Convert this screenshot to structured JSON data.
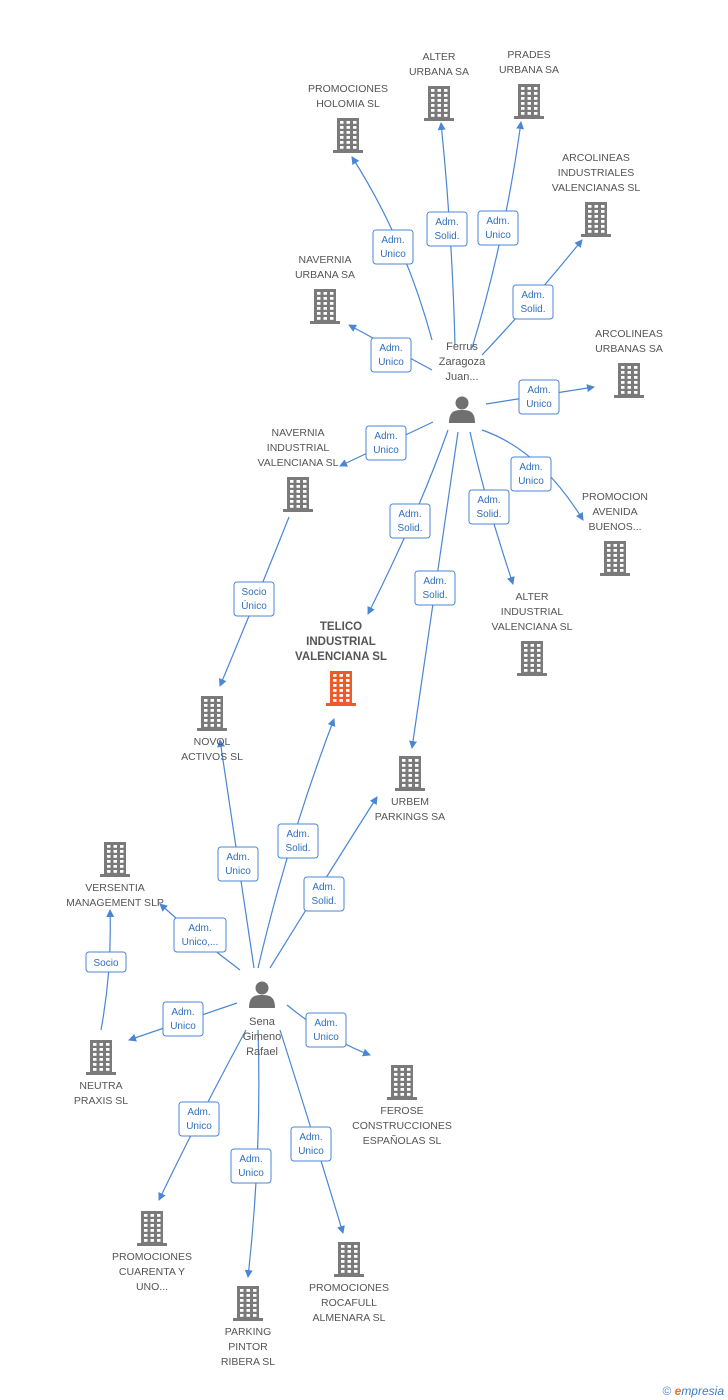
{
  "colors": {
    "edge": "#4a86d4",
    "building": "#7a7a7a",
    "building_main": "#ef5a2a",
    "person": "#707070"
  },
  "persons": [
    {
      "id": "ferrus",
      "lines": [
        "Ferrus",
        "Zaragoza",
        "Juan..."
      ]
    },
    {
      "id": "sena",
      "lines": [
        "Sena",
        "Gimeno",
        "Rafael"
      ]
    }
  ],
  "companies": [
    {
      "id": "telico",
      "lines": [
        "TELICO",
        "INDUSTRIAL",
        "VALENCIANA SL"
      ],
      "main": true
    },
    {
      "id": "alter_urbana",
      "lines": [
        "ALTER",
        "URBANA SA"
      ]
    },
    {
      "id": "prades",
      "lines": [
        "PRADES",
        "URBANA SA"
      ]
    },
    {
      "id": "holomia",
      "lines": [
        "PROMOCIONES",
        "HOLOMIA SL"
      ]
    },
    {
      "id": "arcolineas_ind",
      "lines": [
        "ARCOLINEAS",
        "INDUSTRIALES",
        "VALENCIANAS SL"
      ]
    },
    {
      "id": "navernia_urbana",
      "lines": [
        "NAVERNIA",
        "URBANA SA"
      ]
    },
    {
      "id": "arcolineas_urb",
      "lines": [
        "ARCOLINEAS",
        "URBANAS SA"
      ]
    },
    {
      "id": "navernia_ind",
      "lines": [
        "NAVERNIA",
        "INDUSTRIAL",
        "VALENCIANA SL"
      ]
    },
    {
      "id": "promocion_avenida",
      "lines": [
        "PROMOCION",
        "AVENIDA",
        "BUENOS..."
      ]
    },
    {
      "id": "alter_ind",
      "lines": [
        "ALTER",
        "INDUSTRIAL",
        "VALENCIANA SL"
      ]
    },
    {
      "id": "novol",
      "lines": [
        "NOVOL",
        "ACTIVOS SL"
      ]
    },
    {
      "id": "urbem",
      "lines": [
        "URBEM",
        "PARKINGS SA"
      ]
    },
    {
      "id": "versentia",
      "lines": [
        "VERSENTIA",
        "MANAGEMENT SLP"
      ]
    },
    {
      "id": "neutra",
      "lines": [
        "NEUTRA",
        "PRAXIS  SL"
      ]
    },
    {
      "id": "ferose",
      "lines": [
        "FEROSE",
        "CONSTRUCCIONES",
        "ESPAÑOLAS SL"
      ]
    },
    {
      "id": "cuarenta",
      "lines": [
        "PROMOCIONES",
        "CUARENTA Y",
        "UNO..."
      ]
    },
    {
      "id": "parking_pintor",
      "lines": [
        "PARKING",
        "PINTOR",
        "RIBERA SL"
      ]
    },
    {
      "id": "rocafull",
      "lines": [
        "PROMOCIONES",
        "ROCAFULL",
        "ALMENARA SL"
      ]
    }
  ],
  "edges": [
    {
      "from": "ferrus",
      "to": "holomia",
      "label": [
        "Adm.",
        "Unico"
      ]
    },
    {
      "from": "ferrus",
      "to": "alter_urbana",
      "label": [
        "Adm.",
        "Solid."
      ]
    },
    {
      "from": "ferrus",
      "to": "prades",
      "label": [
        "Adm.",
        "Unico"
      ]
    },
    {
      "from": "ferrus",
      "to": "arcolineas_ind",
      "label": [
        "Adm.",
        "Solid."
      ]
    },
    {
      "from": "ferrus",
      "to": "navernia_urbana",
      "label": [
        "Adm.",
        "Unico"
      ]
    },
    {
      "from": "ferrus",
      "to": "arcolineas_urb",
      "label": [
        "Adm.",
        "Unico"
      ]
    },
    {
      "from": "ferrus",
      "to": "navernia_ind",
      "label": [
        "Adm.",
        "Unico"
      ]
    },
    {
      "from": "ferrus",
      "to": "promocion_avenida",
      "label": [
        "Adm.",
        "Unico"
      ]
    },
    {
      "from": "ferrus",
      "to": "alter_ind",
      "label": [
        "Adm.",
        "Solid."
      ]
    },
    {
      "from": "ferrus",
      "to": "telico",
      "label": [
        "Adm.",
        "Solid."
      ]
    },
    {
      "from": "ferrus",
      "to": "urbem",
      "label": [
        "Adm.",
        "Solid."
      ]
    },
    {
      "from": "navernia_ind",
      "to": "novol",
      "label": [
        "Socio",
        "Único"
      ]
    },
    {
      "from": "sena",
      "to": "novol",
      "label": [
        "Adm.",
        "Unico"
      ]
    },
    {
      "from": "sena",
      "to": "telico",
      "label": [
        "Adm.",
        "Solid."
      ]
    },
    {
      "from": "sena",
      "to": "urbem",
      "label": [
        "Adm.",
        "Solid."
      ]
    },
    {
      "from": "sena",
      "to": "versentia",
      "label": [
        "Adm.",
        "Unico,..."
      ]
    },
    {
      "from": "neutra",
      "to": "versentia",
      "label": [
        "Socio"
      ]
    },
    {
      "from": "sena",
      "to": "neutra",
      "label": [
        "Adm.",
        "Unico"
      ]
    },
    {
      "from": "sena",
      "to": "ferose",
      "label": [
        "Adm.",
        "Unico"
      ]
    },
    {
      "from": "sena",
      "to": "cuarenta",
      "label": [
        "Adm.",
        "Unico"
      ]
    },
    {
      "from": "sena",
      "to": "parking_pintor",
      "label": [
        "Adm.",
        "Unico"
      ]
    },
    {
      "from": "sena",
      "to": "rocafull",
      "label": [
        "Adm.",
        "Unico"
      ]
    }
  ],
  "footer": {
    "copyright": "©",
    "brand_e": "e",
    "brand_rest": "mpresia"
  }
}
